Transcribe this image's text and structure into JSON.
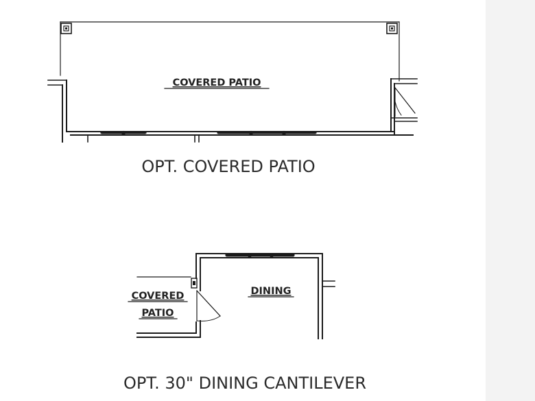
{
  "plans": {
    "patio": {
      "room_label": "COVERED PATIO",
      "caption": "OPT. COVERED PATIO"
    },
    "dining": {
      "room_label_patio_line1": "COVERED",
      "room_label_patio_line2": "PATIO",
      "room_label_dining": "DINING",
      "caption": "OPT. 30\" DINING CANTILEVER"
    }
  },
  "colors": {
    "ink": "#1a1a1a",
    "side_panel": "#f3f3f3"
  }
}
